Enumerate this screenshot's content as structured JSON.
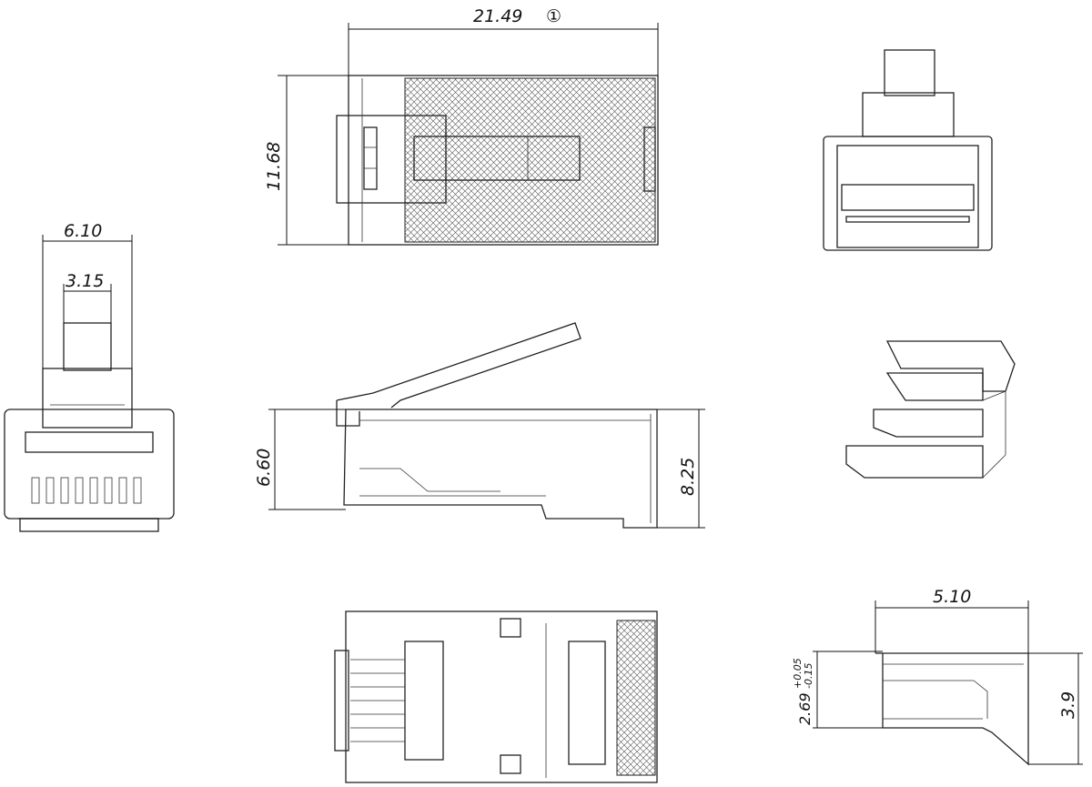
{
  "title": "RJ45 modular plug drawing",
  "dimensions": {
    "overall_length": "21.49",
    "overall_length_note": "①",
    "width": "11.68",
    "front_width": "6.10",
    "latch_width": "3.15",
    "body_height": "6.60",
    "total_height": "8.25",
    "insert_length": "5.10",
    "insert_height": "3.9",
    "insert_step": "2.69",
    "insert_step_tol_plus": "+0.05",
    "insert_step_tol_minus": "-0.15"
  },
  "colors": {
    "line": "#222222",
    "background": "#ffffff"
  }
}
